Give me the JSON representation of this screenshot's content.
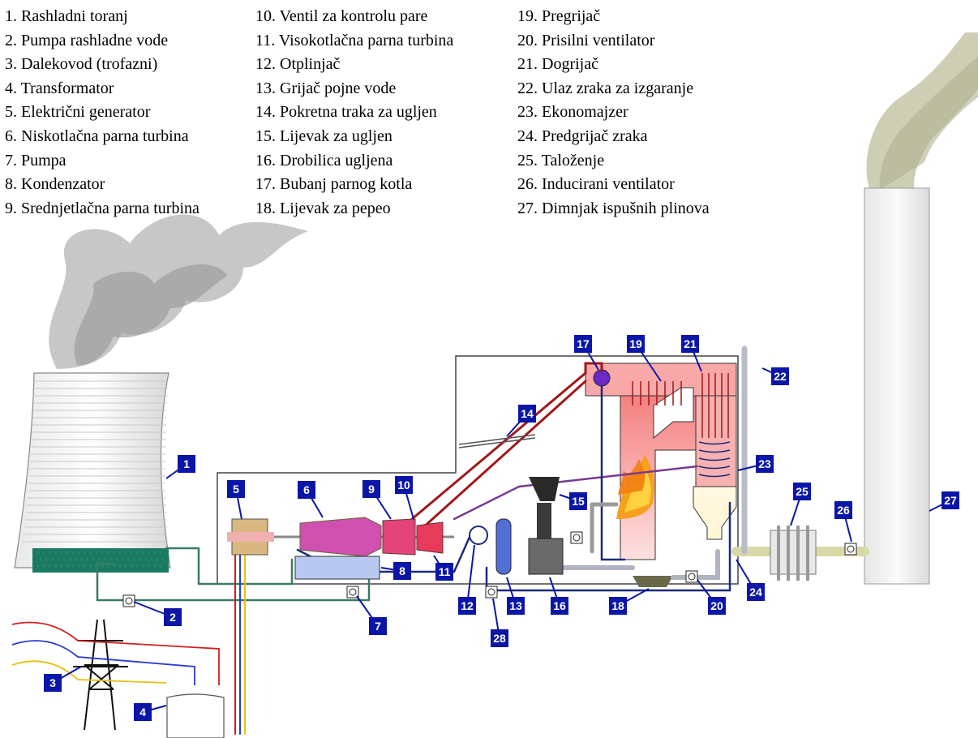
{
  "legend": [
    {
      "num": "1.",
      "label": "Rashladni toranj"
    },
    {
      "num": "2.",
      "label": "Pumpa rashladne vode"
    },
    {
      "num": "3.",
      "label": "Dalekovod (trofazni)"
    },
    {
      "num": "4.",
      "label": "Transformator"
    },
    {
      "num": "5.",
      "label": "Električni generator"
    },
    {
      "num": "6.",
      "label": "Niskotlačna parna turbina"
    },
    {
      "num": "7.",
      "label": "Pumpa"
    },
    {
      "num": "8.",
      "label": "Kondenzator"
    },
    {
      "num": "9.",
      "label": "Srednjetlačna parna turbina"
    },
    {
      "num": "10.",
      "label": "Ventil za kontrolu pare"
    },
    {
      "num": "11.",
      "label": "Visokotlačna parna turbina"
    },
    {
      "num": "12.",
      "label": "Otplinjač"
    },
    {
      "num": "13.",
      "label": "Grijač pojne vode"
    },
    {
      "num": "14.",
      "label": "Pokretna traka za ugljen"
    },
    {
      "num": "15.",
      "label": "Lijevak za ugljen"
    },
    {
      "num": "16.",
      "label": "Drobilica ugljena"
    },
    {
      "num": "17.",
      "label": "Bubanj parnog kotla"
    },
    {
      "num": "18.",
      "label": "Lijevak za pepeo"
    },
    {
      "num": "19.",
      "label": "Pregrijač"
    },
    {
      "num": "20.",
      "label": "Prisilni ventilator"
    },
    {
      "num": "21.",
      "label": "Dogrijač"
    },
    {
      "num": "22.",
      "label": "Ulaz zraka za izgaranje"
    },
    {
      "num": "23.",
      "label": "Ekonomajzer"
    },
    {
      "num": "24.",
      "label": "Predgrijač zraka"
    },
    {
      "num": "25.",
      "label": "Taloženje"
    },
    {
      "num": "26.",
      "label": "Inducirani ventilator"
    },
    {
      "num": "27.",
      "label": "Dimnjak ispušnih plinova"
    }
  ],
  "badges": [
    "1",
    "2",
    "3",
    "4",
    "5",
    "6",
    "7",
    "8",
    "9",
    "10",
    "11",
    "12",
    "13",
    "14",
    "15",
    "16",
    "17",
    "18",
    "19",
    "20",
    "21",
    "22",
    "23",
    "24",
    "25",
    "26",
    "27",
    "28"
  ],
  "colors": {
    "badge_fill": "#0a16a8",
    "badge_text": "#ffffff",
    "steam_pipe": "#a01818",
    "water_pipe": "#1a2a7a",
    "cooling_pipe": "#3a7a64",
    "air_pipe": "#b0b4c0",
    "turbine": "#cc44aa",
    "hp_turbine": "#e83a5a",
    "boiler_hot": "#f4a0a0",
    "smoke": "#b8b8b8",
    "chimney_smoke": "#c8c8a8"
  }
}
